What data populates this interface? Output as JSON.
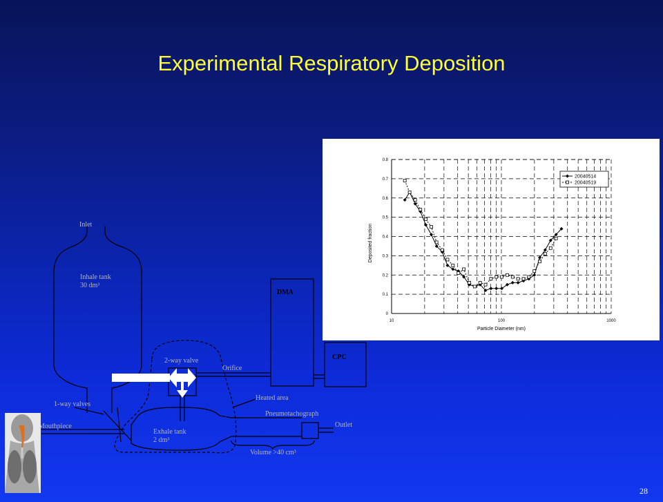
{
  "slide": {
    "title": "Experimental Respiratory Deposition",
    "page_number": "28",
    "colors": {
      "title": "#ffff33",
      "background_top": "#081458",
      "background_bottom": "#1238f0"
    }
  },
  "diagram": {
    "labels": {
      "inlet": "Inlet",
      "inhale_tank": "Inhale tank",
      "inhale_tank_volume": "30 dm³",
      "two_way_valve": "2-way valve",
      "orifice": "Orifice",
      "dma": "DMA",
      "cpc": "CPC",
      "heated_area": "Heated area",
      "one_way_valves": "1-way valves",
      "mouthpiece": "Mouthpiece",
      "exhale_tank": "Exhale tank",
      "exhale_tank_volume": "2 dm³",
      "pneumotachograph": "Pneumotachograph",
      "outlet": "Outlet",
      "volume": "Volume >40 cm³"
    }
  },
  "chart_data": {
    "type": "line",
    "ylabel": "Deposited fraction",
    "xlabel": "Particle Diameter (nm)",
    "xscale": "log",
    "xlim": [
      10,
      1000
    ],
    "ylim": [
      0,
      0.8
    ],
    "x_ticks": [
      "10",
      "100",
      "1000"
    ],
    "y_ticks": [
      "0",
      "0.1",
      "0.2",
      "0.3",
      "0.4",
      "0.5",
      "0.6",
      "0.7",
      "0.8"
    ],
    "grid": "dashed",
    "legend_position": "top-right",
    "series": [
      {
        "name": "20040514",
        "marker": "filled-diamond",
        "line": "solid",
        "points": [
          [
            13.2,
            0.59
          ],
          [
            14.6,
            0.63
          ],
          [
            16.4,
            0.57
          ],
          [
            18.3,
            0.53
          ],
          [
            20.5,
            0.46
          ],
          [
            23.0,
            0.41
          ],
          [
            25.7,
            0.35
          ],
          [
            28.9,
            0.32
          ],
          [
            32.3,
            0.25
          ],
          [
            36.2,
            0.23
          ],
          [
            40.6,
            0.22
          ],
          [
            45.5,
            0.19
          ],
          [
            51.0,
            0.15
          ],
          [
            57.1,
            0.14
          ],
          [
            64.0,
            0.15
          ],
          [
            71.7,
            0.12
          ],
          [
            80.3,
            0.13
          ],
          [
            90.0,
            0.13
          ],
          [
            100.8,
            0.13
          ],
          [
            113.0,
            0.15
          ],
          [
            126.6,
            0.16
          ],
          [
            141.8,
            0.16
          ],
          [
            158.9,
            0.17
          ],
          [
            178.0,
            0.18
          ],
          [
            199.5,
            0.2
          ],
          [
            223.5,
            0.29
          ],
          [
            250.4,
            0.33
          ],
          [
            280.7,
            0.38
          ],
          [
            314.5,
            0.41
          ],
          [
            352.4,
            0.44
          ]
        ]
      },
      {
        "name": "20040519",
        "marker": "open-square",
        "line": "dashed",
        "points": [
          [
            13.2,
            0.69
          ],
          [
            14.6,
            0.63
          ],
          [
            16.4,
            0.59
          ],
          [
            18.3,
            0.54
          ],
          [
            20.5,
            0.49
          ],
          [
            23.0,
            0.45
          ],
          [
            25.7,
            0.37
          ],
          [
            28.9,
            0.33
          ],
          [
            32.3,
            0.28
          ],
          [
            36.2,
            0.25
          ],
          [
            40.6,
            0.21
          ],
          [
            45.5,
            0.23
          ],
          [
            51.0,
            0.16
          ],
          [
            57.1,
            0.14
          ],
          [
            64.0,
            0.16
          ],
          [
            71.7,
            0.15
          ],
          [
            80.3,
            0.18
          ],
          [
            90.0,
            0.19
          ],
          [
            100.8,
            0.19
          ],
          [
            113.0,
            0.2
          ],
          [
            126.6,
            0.19
          ],
          [
            141.8,
            0.18
          ],
          [
            158.9,
            0.18
          ],
          [
            178.0,
            0.19
          ],
          [
            199.5,
            0.22
          ],
          [
            223.5,
            0.27
          ],
          [
            250.4,
            0.31
          ],
          [
            280.7,
            0.34
          ],
          [
            314.5,
            0.39
          ]
        ]
      }
    ]
  }
}
